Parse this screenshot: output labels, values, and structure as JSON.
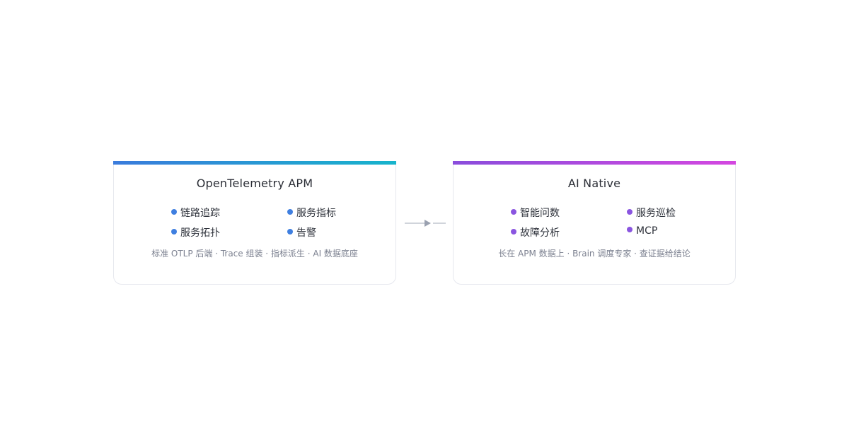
{
  "left_card": {
    "title": "OpenTelemetry APM",
    "features": [
      "链路追踪",
      "服务指标",
      "服务拓扑",
      "告警"
    ],
    "tagline": "标准 OTLP 后端 · Trace 组装 · 指标派生 · AI 数据底座",
    "accent": "#3a7bdc"
  },
  "right_card": {
    "title": "AI Native",
    "features": [
      "智能问数",
      "服务巡检",
      "故障分析",
      "MCP"
    ],
    "tagline": "长在 APM 数据上 · Brain 调度专家 · 查证据给结论",
    "accent": "#8a4ddc"
  },
  "connector": {
    "icon": "arrow-right-icon",
    "color": "#9aa1b0"
  }
}
